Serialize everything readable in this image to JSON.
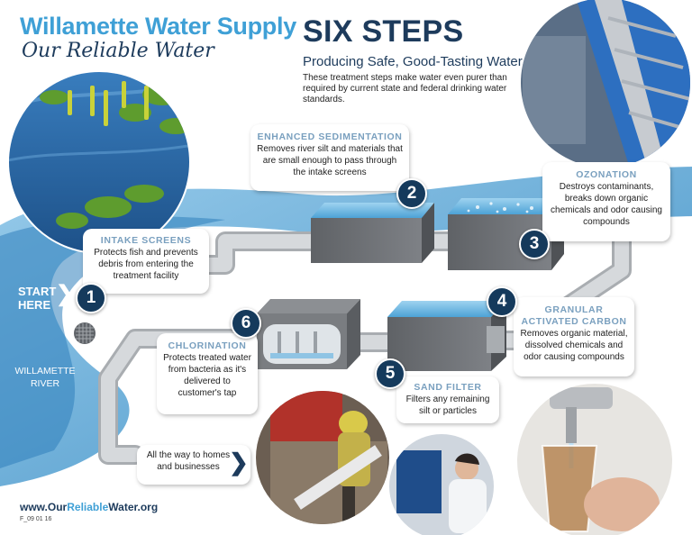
{
  "header": {
    "brand_line1": "Willamette Water Supply",
    "brand_line2": "Our Reliable Water",
    "title": "SIX STEPS",
    "subtitle": "Producing Safe, Good-Tasting Water",
    "intro": "These treatment steps make water even purer than required by current state and federal drinking water standards."
  },
  "start": {
    "line1": "START",
    "line2": "HERE"
  },
  "river_label": {
    "line1": "WILLAMETTE",
    "line2": "RIVER"
  },
  "steps": [
    {
      "number": "1",
      "title": "INTAKE SCREENS",
      "description": "Protects fish and prevents debris from entering the treatment facility"
    },
    {
      "number": "2",
      "title": "ENHANCED SEDIMENTATION",
      "description": "Removes river silt and materials that are small enough to pass through the intake screens"
    },
    {
      "number": "3",
      "title": "OZONATION",
      "description": "Destroys contaminants, breaks down organic chemicals and odor causing compounds"
    },
    {
      "number": "4",
      "title_line1": "GRANULAR",
      "title_line2": "ACTIVATED CARBON",
      "description": "Removes organic material, dissolved chemicals and odor causing compounds"
    },
    {
      "number": "5",
      "title": "SAND FILTER",
      "description": "Filters any remaining silt or particles"
    },
    {
      "number": "6",
      "title": "CHLORINATION",
      "description": "Protects treated water from bacteria as it's delivered to customer's tap"
    }
  ],
  "homes_callout": "All the way to homes and businesses",
  "footer": {
    "url_prefix": "www.Our",
    "url_highlight": "Reliable",
    "url_suffix": "Water.org",
    "code": "F_09 01 16"
  },
  "colors": {
    "navy": "#153a5c",
    "brand_blue": "#3fa0d6",
    "river_blue": "#3f8fc4",
    "step_heading": "#7aa0bf",
    "pipe_gray": "#c9cccf",
    "tank_gray": "#6c6f73",
    "water_blue": "#5fb0de"
  },
  "icons": [
    "chevron-right-icon",
    "intake-screen-mesh-icon"
  ]
}
